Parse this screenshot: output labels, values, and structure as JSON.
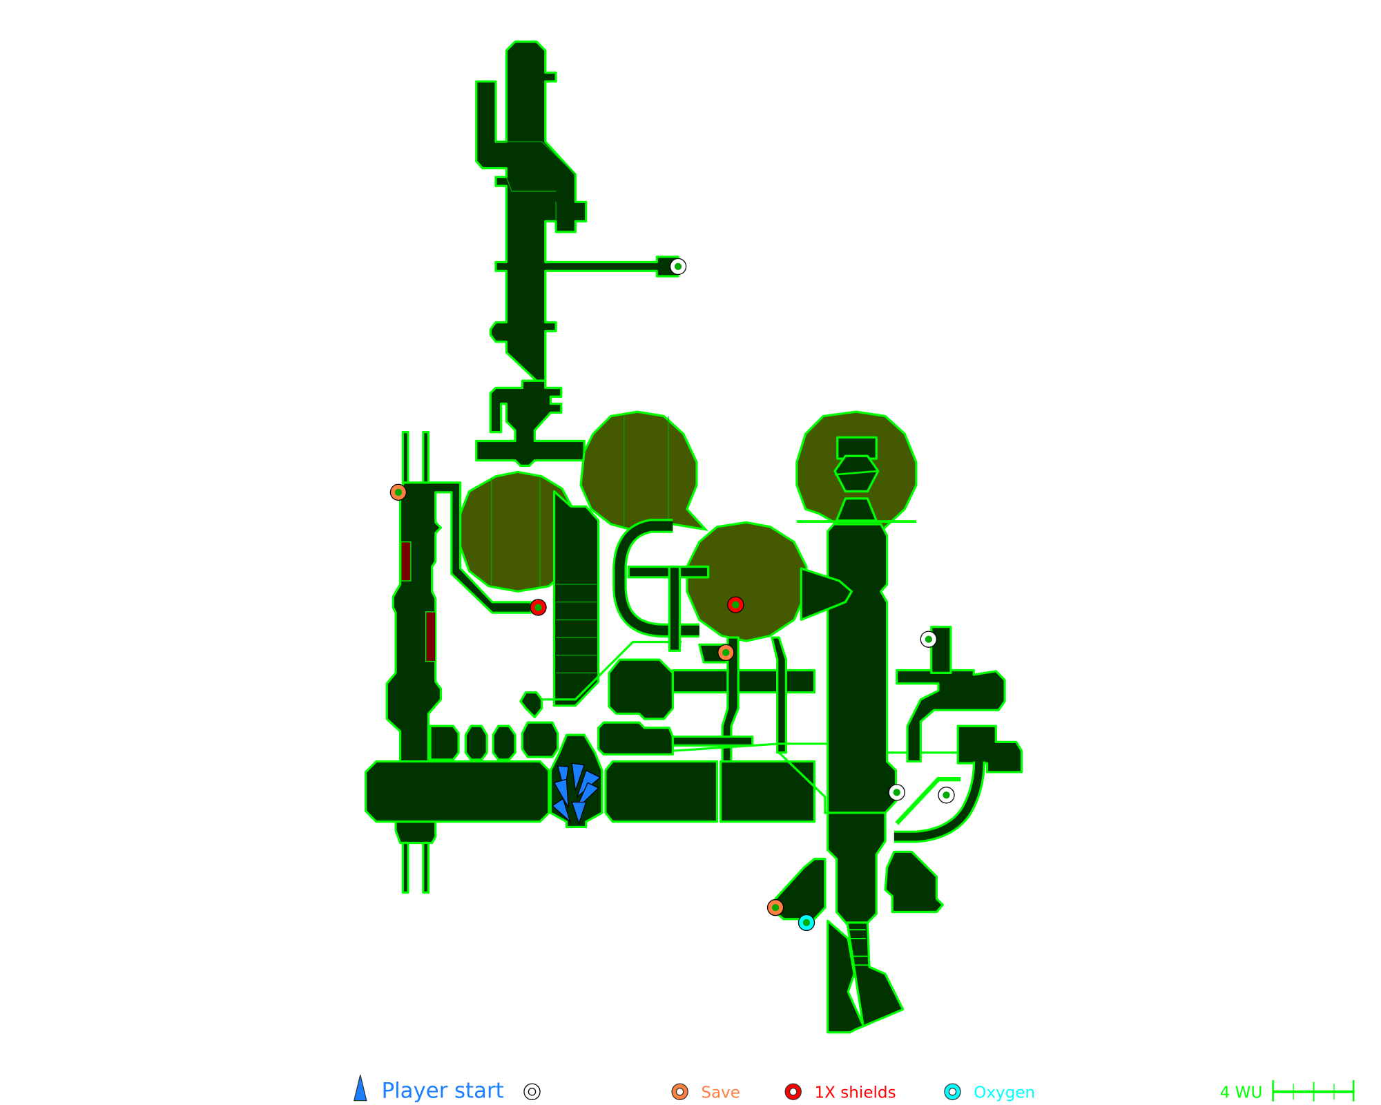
{
  "legend": {
    "player_start": {
      "label": "Player start",
      "color": "#1a7fff"
    },
    "unlabeled_item": {
      "label": "",
      "color": "#ffffff"
    },
    "save": {
      "label": "Save",
      "color": "#ff8040"
    },
    "shields": {
      "label": "1X shields",
      "color": "#ff0000"
    },
    "oxygen": {
      "label": "Oxygen",
      "color": "#00ffff"
    },
    "scale": {
      "label": "4 WU",
      "color": "#00ff00"
    }
  },
  "colors": {
    "floor": "#003300",
    "wall": "#00ff00",
    "liquid": "#455a00",
    "door": "#7a0000"
  }
}
